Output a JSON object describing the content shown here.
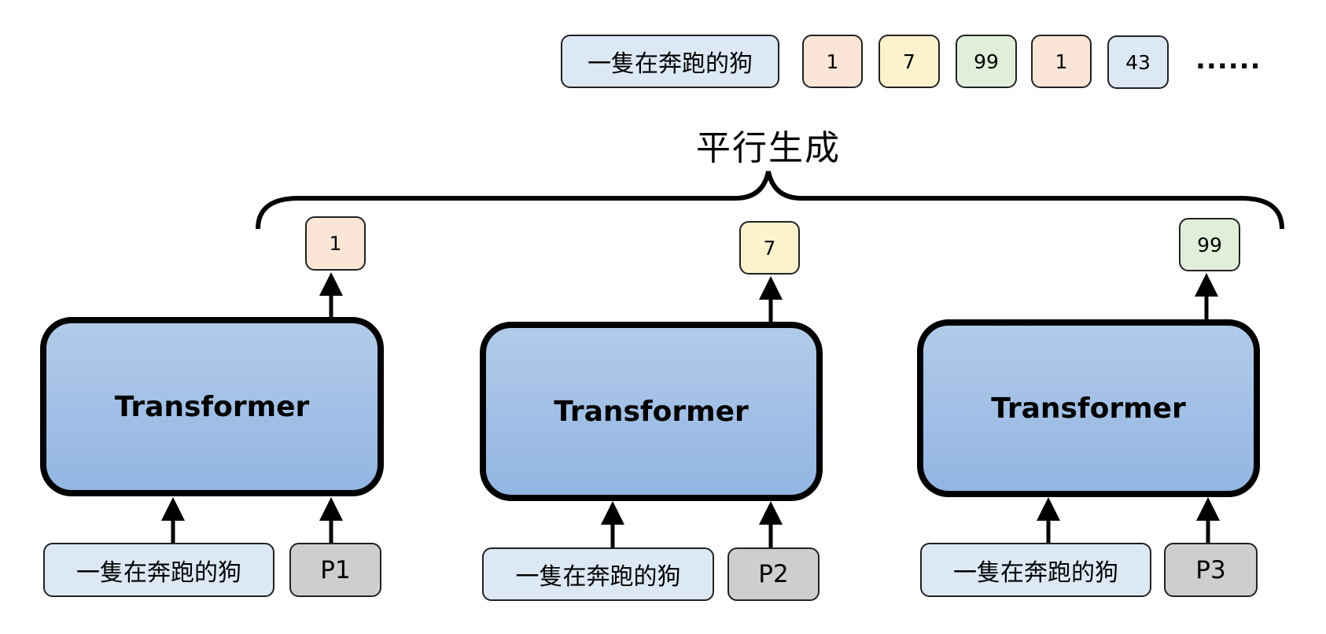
{
  "title": "平行生成",
  "sequence": {
    "prompt": "一隻在奔跑的狗",
    "tokens": [
      "1",
      "7",
      "99",
      "1",
      "43"
    ],
    "ellipsis": "......"
  },
  "columns": [
    {
      "output_token": "1",
      "model_label": "Transformer",
      "input_prompt": "一隻在奔跑的狗",
      "position_label": "P1"
    },
    {
      "output_token": "7",
      "model_label": "Transformer",
      "input_prompt": "一隻在奔跑的狗",
      "position_label": "P2"
    },
    {
      "output_token": "99",
      "model_label": "Transformer",
      "input_prompt": "一隻在奔跑的狗",
      "position_label": "P3"
    }
  ],
  "colors": {
    "prompt_fill": "#DDE8F5",
    "position_fill": "#CFCECE",
    "token_orange": "#FBE5D7",
    "token_yellow": "#FEF2CD",
    "token_green": "#E1EFDA",
    "token_blue": "#DDE8F5",
    "transformer_fill_top": "#B1CBE9",
    "transformer_fill_bottom": "#92B5E2"
  }
}
